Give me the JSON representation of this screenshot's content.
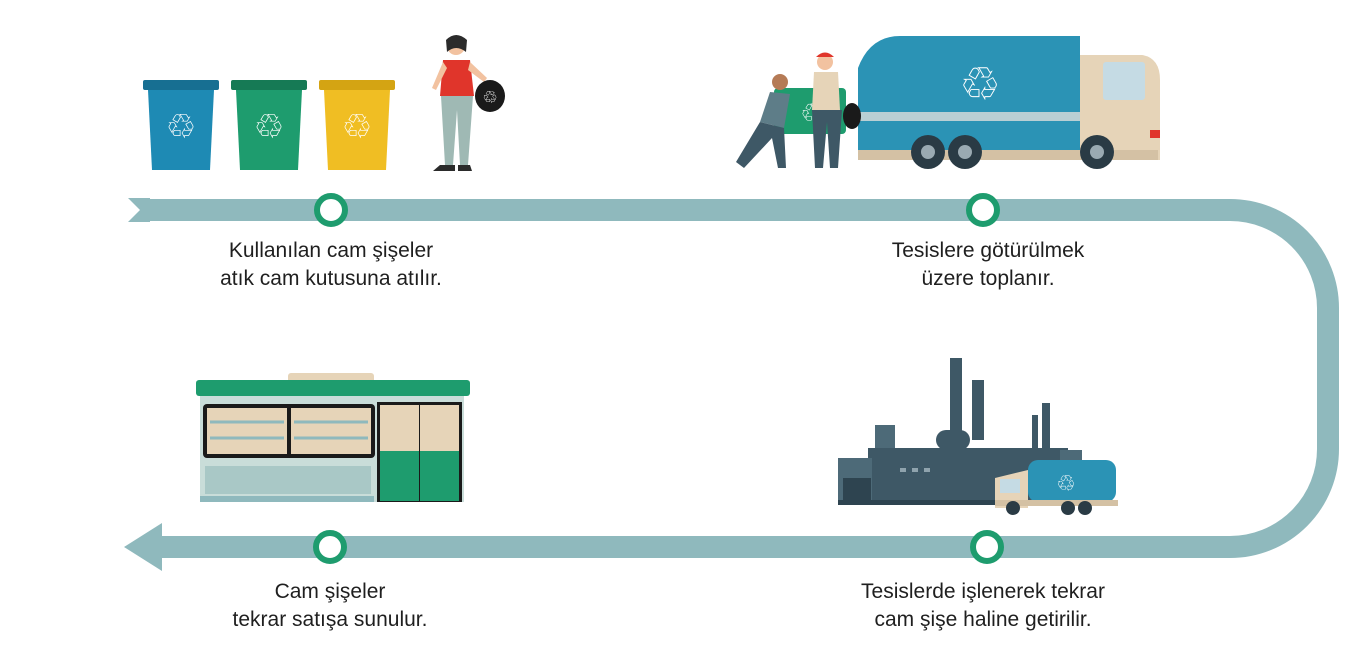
{
  "colors": {
    "track": "#8fb9bd",
    "node_ring": "#1e9c6e",
    "bin_blue": "#1e8ab4",
    "bin_green": "#1e9c6e",
    "bin_yellow": "#f0be23",
    "truck_body": "#2b93b5",
    "truck_cab": "#e6d4b8",
    "factory": "#3e5866",
    "shop_green": "#1e9c6e"
  },
  "steps": [
    {
      "line1": "Kullanılan cam şişeler",
      "line2": "atık cam kutusuna atılır.",
      "illustration": "recycling-bins-icon"
    },
    {
      "line1": "Tesislere götürülmek",
      "line2": "üzere toplanır.",
      "illustration": "garbage-truck-icon"
    },
    {
      "line1": "Tesislerde işlenerek tekrar",
      "line2": "cam şişe haline getirilir.",
      "illustration": "factory-icon"
    },
    {
      "line1": "Cam şişeler",
      "line2": "tekrar satışa sunulur.",
      "illustration": "shop-icon"
    }
  ]
}
